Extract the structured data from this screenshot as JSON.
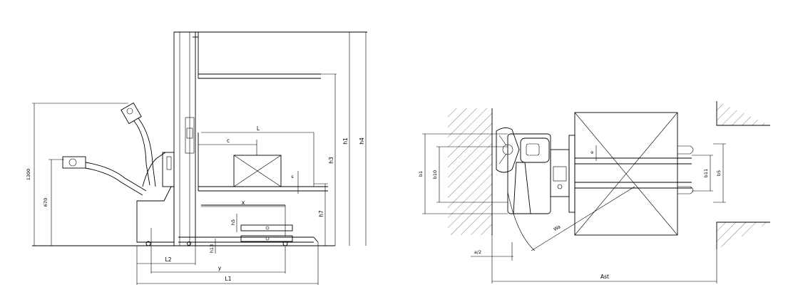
{
  "side_view": {
    "labels": {
      "h4": "h4",
      "h1": "h1",
      "h3": "h3",
      "h7": "h7",
      "h5": "h5",
      "h13": "h13",
      "L": "L",
      "c": "c",
      "s": "s",
      "x": "x",
      "y": "y",
      "L1": "L1",
      "L2": "L2",
      "dim_1300": "1300",
      "dim_670": "670"
    }
  },
  "top_view": {
    "labels": {
      "b1": "b1",
      "b10": "b10",
      "b11": "b11",
      "b5": "b5",
      "e": "e",
      "wa": "Wa",
      "a2": "a/2",
      "ast": "Ast"
    }
  }
}
